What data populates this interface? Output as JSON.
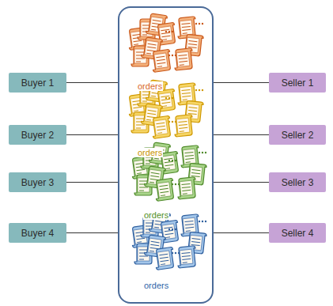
{
  "diagram": {
    "nodes": [
      {
        "text": [
          "Buyer 1"
        ]
      },
      {
        "text": [
          "Buyer 2"
        ]
      },
      {
        "text": [
          "Buyer 3"
        ]
      },
      {
        "text": [
          "Buyer 4"
        ]
      },
      {
        "text": [
          "orders",
          "orders",
          "orders",
          "orders"
        ]
      },
      {
        "text": [
          "Seller 1"
        ]
      },
      {
        "text": [
          "Seller 2"
        ]
      },
      {
        "text": [
          "Seller 3"
        ]
      },
      {
        "text": [
          "Seller 4"
        ]
      }
    ],
    "edges": [
      {
        "from": 0,
        "to": 4,
        "arrow": "none"
      },
      {
        "from": 1,
        "to": 4,
        "arrow": "none"
      },
      {
        "from": 2,
        "to": 4,
        "arrow": "none"
      },
      {
        "from": 3,
        "to": 4,
        "arrow": "none"
      },
      {
        "from": 4,
        "to": 5,
        "arrow": "none"
      },
      {
        "from": 4,
        "to": 6,
        "arrow": "none"
      },
      {
        "from": 4,
        "to": 7,
        "arrow": "none"
      },
      {
        "from": 4,
        "to": 8,
        "arrow": "none"
      }
    ]
  }
}
